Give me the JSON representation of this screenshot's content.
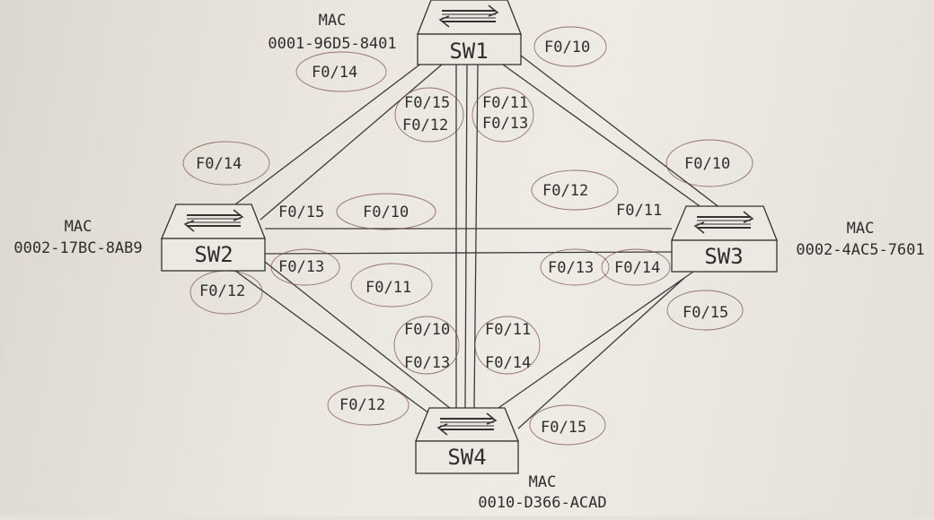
{
  "switches": {
    "sw1": {
      "name": "SW1",
      "mac_label": "MAC",
      "mac": "0001-96D5-8401",
      "ports": {
        "left_top": "F0/14",
        "right_top": "F0/10",
        "a": "F0/15",
        "b": "F0/12",
        "c": "F0/11",
        "d": "F0/13"
      }
    },
    "sw2": {
      "name": "SW2",
      "mac_label": "MAC",
      "mac": "0002-17BC-8AB9",
      "ports": {
        "top": "F0/14",
        "a": "F0/15",
        "b": "F0/10",
        "c": "F0/13",
        "d": "F0/11",
        "e": "F0/12"
      }
    },
    "sw3": {
      "name": "SW3",
      "mac_label": "MAC",
      "mac": "0002-4AC5-7601",
      "ports": {
        "top": "F0/10",
        "a": "F0/12",
        "b": "F0/11",
        "c": "F0/13",
        "d": "F0/14",
        "e": "F0/15"
      }
    },
    "sw4": {
      "name": "SW4",
      "mac_label": "MAC",
      "mac": "0010-D366-ACAD",
      "ports": {
        "a": "F0/10",
        "b": "F0/11",
        "c": "F0/13",
        "d": "F0/14",
        "e": "F0/12",
        "f": "F0/15"
      }
    }
  }
}
